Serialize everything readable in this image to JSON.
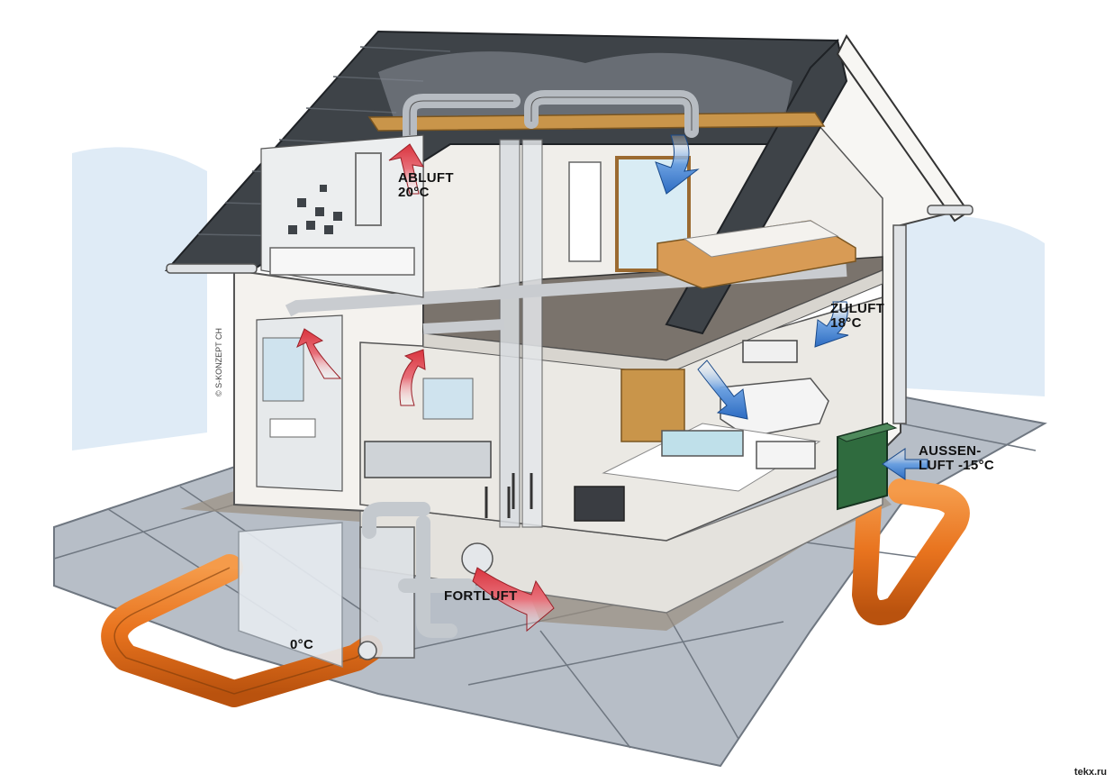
{
  "labels": {
    "abluft": "ABLUFT\n20°C",
    "zuluft": "ZULUFT\n18°C",
    "aussenluft": "AUSSEN-\nLUFT -15°C",
    "fortluft": "FORTLUFT",
    "ground_temp": "0°C"
  },
  "signature": "© S-KONZEPT CH",
  "watermark": "tekx.ru",
  "colors": {
    "roof": "#3e4348",
    "wall": "#f2f0ec",
    "exhaust_arrow": "#d9343e",
    "supply_arrow": "#2d6cc2",
    "ground_pipe": "#e8731e",
    "floor_tile": "#9aa3ad",
    "heat_unit": "#2f6b3e",
    "duct": "#c9ccd0",
    "beam": "#c9954a"
  }
}
